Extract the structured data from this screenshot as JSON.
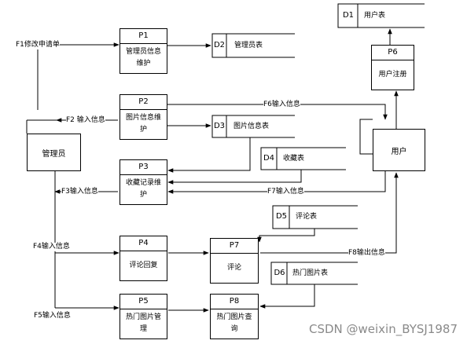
{
  "processes": {
    "p1": {
      "id": "P1",
      "name": "管理员信息维护"
    },
    "p2": {
      "id": "P2",
      "name": "图片信息维护"
    },
    "p3": {
      "id": "P3",
      "name": "收藏记录维护"
    },
    "p4": {
      "id": "P4",
      "name": "评论回复"
    },
    "p5": {
      "id": "P5",
      "name": "热门图片管理"
    },
    "p6": {
      "id": "P6",
      "name": "用户注册"
    },
    "p7": {
      "id": "P7",
      "name": "评论"
    },
    "p8": {
      "id": "P8",
      "name": "热门图片查询"
    }
  },
  "stores": {
    "d1": {
      "id": "D1",
      "name": "用户表"
    },
    "d2": {
      "id": "D2",
      "name": "管理员表"
    },
    "d3": {
      "id": "D3",
      "name": "图片信息表"
    },
    "d4": {
      "id": "D4",
      "name": "收藏表"
    },
    "d5": {
      "id": "D5",
      "name": "评论表"
    },
    "d6": {
      "id": "D6",
      "name": "热门图片表"
    }
  },
  "entities": {
    "admin": "管理员",
    "user": "用户"
  },
  "flows": {
    "f1": "F1修改申请单",
    "f2": "F2 输入信息",
    "f3": "F3输入信息",
    "f4": "F4输入信息",
    "f5": "F5输入信息",
    "f6": "F6输入信息",
    "f7": "F7输入信息",
    "f8": "F8输出信息"
  },
  "watermark": "CSDN @weixin_BYSJ1987"
}
